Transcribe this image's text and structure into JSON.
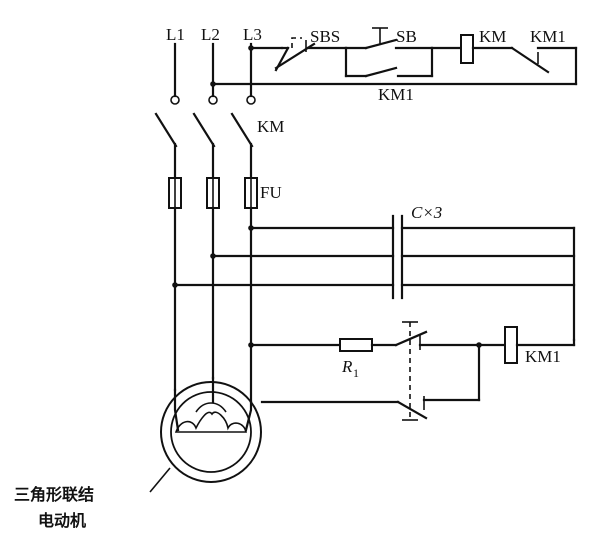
{
  "labels": {
    "l1": "L1",
    "l2": "L2",
    "l3": "L3",
    "sbs": "SBS",
    "sb": "SB",
    "km_coil": "KM",
    "km1_top": "KM1",
    "km1_aux": "KM1",
    "km_main": "KM",
    "fu": "FU",
    "cap": "C×3",
    "resistor_r": "R",
    "resistor_sub": "1",
    "km1_coil": "KM1",
    "motor_line1": "三角形联结",
    "motor_line2": "电动机"
  }
}
